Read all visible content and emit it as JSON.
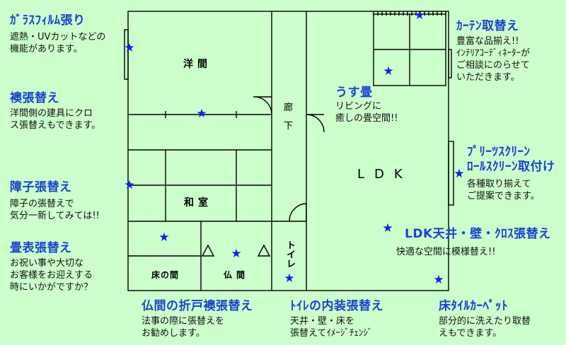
{
  "callouts": [
    {
      "title": "ｶﾞﾗｽﾌｨﾙﾑ張り",
      "desc": "遮熱・UVカットなどの\n機能があります。"
    },
    {
      "title": "襖張替え",
      "desc": "洋間側の建具にクロ\nス張替えもできます。"
    },
    {
      "title": "障子張替え",
      "desc": "障子の張替えで\n気分一新してみては!!"
    },
    {
      "title": "畳表張替え",
      "desc": "お祝い事や大切な\nお客様をお迎えする\n時にいかがですか？"
    },
    {
      "title": "仏間の折戸襖張替え",
      "desc": "法事の際に張替えを\nお勧めします。"
    },
    {
      "title": "ﾄｲﾚの内装張替え",
      "desc": "天井・壁・床を\n張替えてｲﾒｰｼﾞﾁｪﾝｼﾞ"
    },
    {
      "title": "床ﾀｲﾙｶｰﾍﾟｯﾄ",
      "desc": "部分的に洗えたり取替\nえもできます。"
    },
    {
      "title": "ｶｰﾃﾝ取替え",
      "desc": "豊富な品揃え!!\nｲﾝﾃﾘｱｺｰﾃﾞｨﾈｰﾀｰが\nご相談にのらせて\nいただきます。"
    },
    {
      "title": "うす畳",
      "desc": "リビングに\n癒しの畳空間!!"
    },
    {
      "title": "ﾌﾟﾘｰﾂｽｸﾘｰﾝ\nﾛｰﾙｽｸﾘｰﾝ取付け",
      "desc": "各種取り揃えて\nご提案できます。"
    },
    {
      "title": "LDK天井・壁・ｸﾛｽ張替え",
      "desc": "快適な空間に模様替え!!"
    }
  ],
  "rooms": {
    "yoma": "洋間",
    "washitsu": "和室",
    "rouka": "廊\n下",
    "ldk": "LDK",
    "tokonoma": "床の間",
    "butsuma": "仏間",
    "toilet": "トイレ"
  },
  "star_icon": "★"
}
